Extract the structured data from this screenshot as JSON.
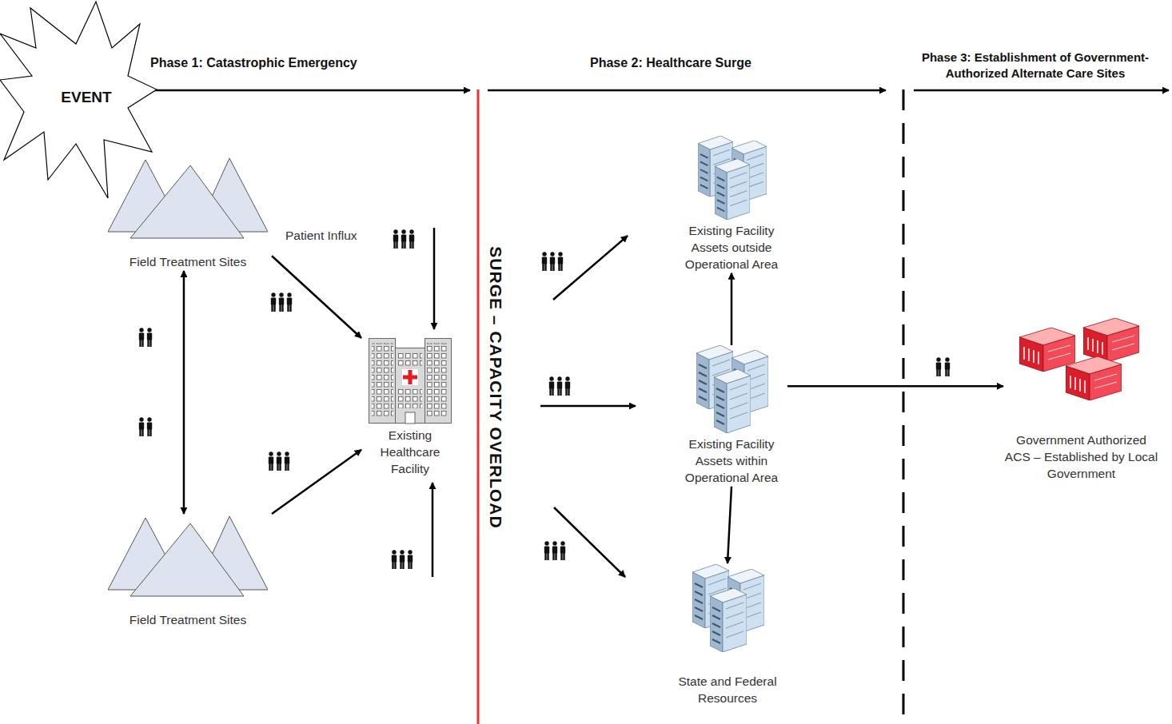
{
  "diagram": {
    "nodes": [
      {
        "text": [
          "Field Treatment Sites"
        ]
      },
      {
        "text": [
          "Existing Healthcare Facility"
        ]
      },
      {
        "text": [
          "Field Treatment Sites"
        ]
      },
      {
        "text": [
          "Existing Facility Assets outside Operational Area"
        ]
      },
      {
        "text": [
          "Existing Facility Assets within Operational Area"
        ]
      },
      {
        "text": [
          "State and Federal Resources"
        ]
      },
      {
        "text": [
          "Government Authorized ACS – Established by Local Government"
        ]
      }
    ],
    "edges": [
      {
        "from": 0,
        "to": 2,
        "arrow": "both"
      },
      {
        "from": 0,
        "to": 1,
        "arrow": "to"
      },
      {
        "from": 2,
        "to": 1,
        "arrow": "to"
      },
      {
        "from": 4,
        "to": 3,
        "arrow": "to"
      },
      {
        "from": 4,
        "to": 5,
        "arrow": "to"
      },
      {
        "from": 4,
        "to": 6,
        "arrow": "to"
      }
    ],
    "labels": [
      "EVENT",
      "Phase 1: Catastrophic Emergency",
      "Patient Influx",
      "Phase 2: Healthcare Surge",
      "Phase 3: Establishment of Government- Authorized Alternate Care Sites",
      "SURGE – CAPACITY OVERLOAD"
    ]
  }
}
